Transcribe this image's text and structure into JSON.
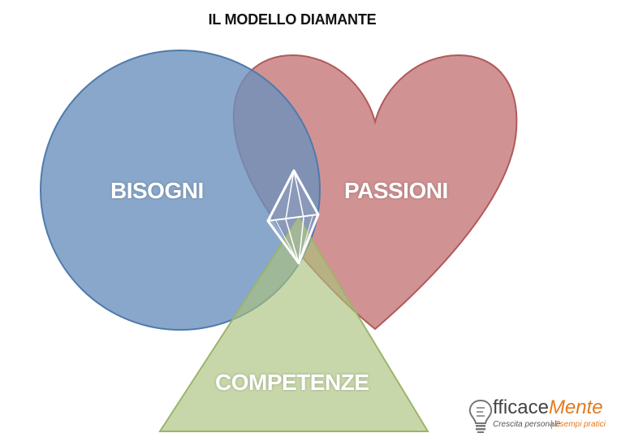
{
  "title": "IL MODELLO DIAMANTE",
  "labels": {
    "needs": "BISOGNI",
    "passions": "PASSIONI",
    "skills": "COMPETENZE"
  },
  "logo": {
    "brand_part1": "fficace",
    "brand_part2": "Mente",
    "tagline_left": "Crescita personale",
    "tagline_right": "Esempi pratici"
  },
  "colors": {
    "needs_fill": "#6f95c0",
    "passions_fill": "#c57778",
    "skills_fill": "#b6c98f",
    "diamond_stroke": "#ffffff",
    "brand_accent": "#e4791f"
  },
  "icons": [
    "diamond-icon",
    "lightbulb-icon"
  ]
}
